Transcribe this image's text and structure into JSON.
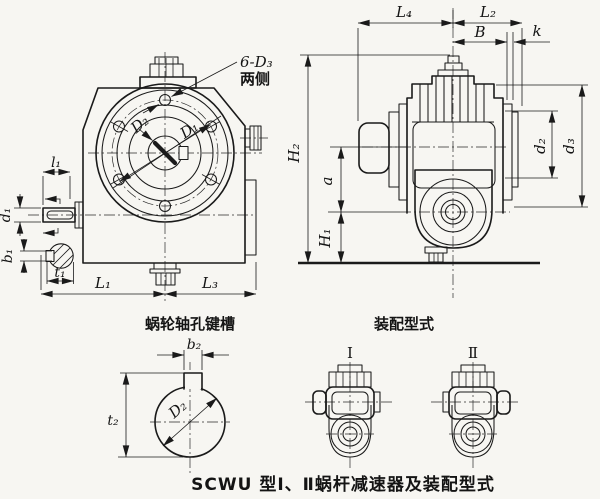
{
  "drawing": {
    "caption": "SCWU 型Ⅰ、Ⅱ蜗杆减速器及装配型式",
    "colors": {
      "background": "#f7f6f2",
      "line": "#1a1a1a"
    },
    "front_view": {
      "bolt_note_line1": "6-D₃",
      "bolt_note_line2": "两侧",
      "dim_D1": "D₁",
      "dim_D2": "D₂",
      "dim_l1": "l₁",
      "dim_d1": "d₁",
      "dim_b1": "b₁",
      "dim_t1": "t₁",
      "dim_L1": "L₁",
      "dim_L3": "L₃"
    },
    "side_view": {
      "dim_L4": "L₄",
      "dim_L2": "L₂",
      "dim_B": "B",
      "dim_k": "k",
      "dim_H2": "H₂",
      "dim_a": "a",
      "dim_H1": "H₁",
      "dim_d2": "d₂",
      "dim_d3": "d₃"
    },
    "keyway_detail": {
      "title": "蜗轮轴孔键槽",
      "dim_b2": "b₂",
      "dim_t2": "t₂",
      "dim_D2": "D₂"
    },
    "assembly": {
      "title": "装配型式",
      "type_1_label": "Ⅰ",
      "type_2_label": "Ⅱ"
    }
  }
}
